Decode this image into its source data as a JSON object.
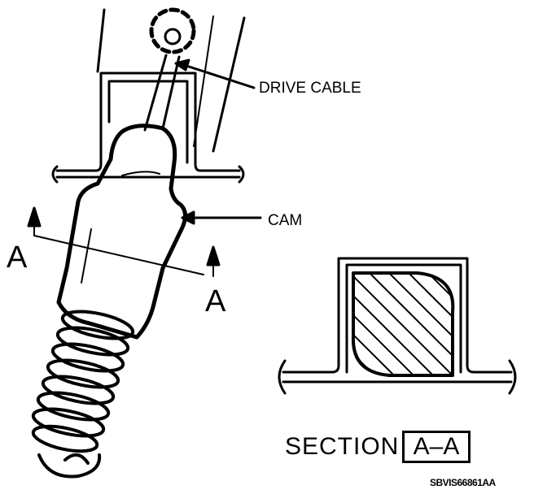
{
  "labels": {
    "drive_cable": "DRIVE CABLE",
    "cam": "CAM",
    "section_marker_left": "A",
    "section_marker_right": "A",
    "section_prefix": "SECTION",
    "section_id": "A–A",
    "figure_code": "SBVIS66861AA"
  },
  "colors": {
    "ink": "#000000",
    "paper": "#ffffff"
  }
}
